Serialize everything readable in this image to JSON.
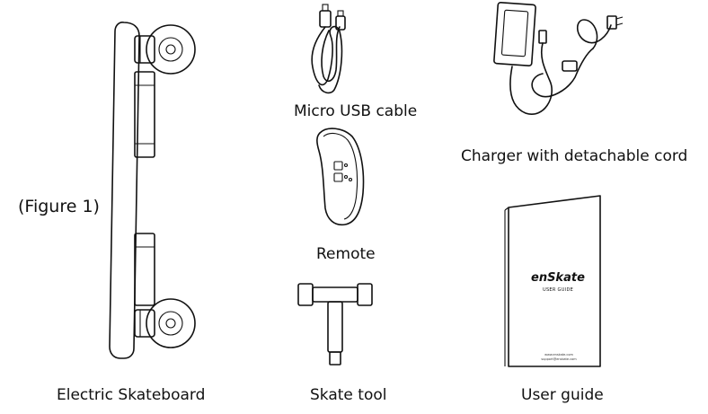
{
  "figure_label": "(Figure 1)",
  "captions": {
    "skateboard": "Electric Skateboard",
    "usb_cable": "Micro USB cable",
    "remote": "Remote",
    "skate_tool": "Skate tool",
    "charger": "Charger with detachable cord",
    "user_guide": "User guide"
  },
  "guide_cover": {
    "brand": "enSkate",
    "subtitle": "USER GUIDE",
    "footer_line1": "www.enskate.com",
    "footer_line2": "support@enskate.com"
  }
}
